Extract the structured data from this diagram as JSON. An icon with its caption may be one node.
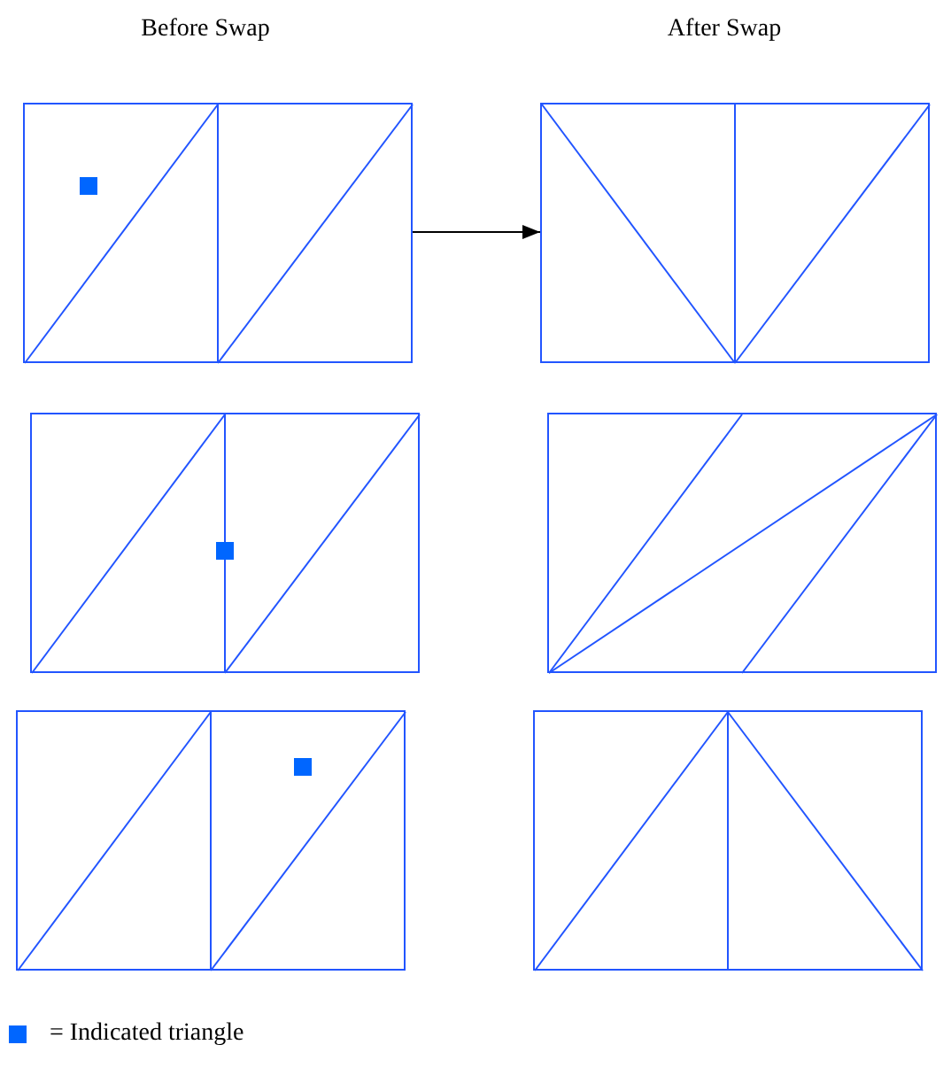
{
  "diagram": {
    "nodes": [
      {
        "text": [],
        "shape": "box"
      },
      {
        "text": [],
        "shape": "box"
      },
      {
        "text": [],
        "shape": "box"
      },
      {
        "text": [],
        "shape": "box"
      },
      {
        "text": [],
        "shape": "box"
      },
      {
        "text": [],
        "shape": "box"
      }
    ],
    "edges": [
      {
        "from": 0,
        "to": 1,
        "arrow": "to"
      }
    ],
    "labels": [
      "Before Swap",
      "After Swap"
    ],
    "legend": [
      {
        "text": "= Indicated triangle",
        "color": "#0066ff"
      }
    ]
  }
}
